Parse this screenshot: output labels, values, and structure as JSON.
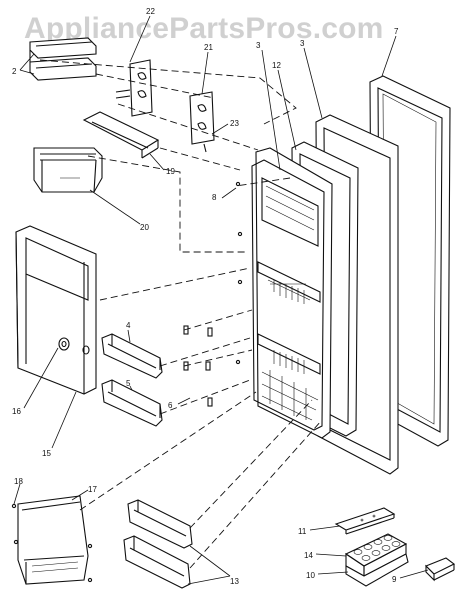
{
  "watermark": "AppliancePartsPros.com",
  "callouts": {
    "c2": "2",
    "c3": "3",
    "c4": "4",
    "c5": "5",
    "c6": "6",
    "c7": "7",
    "c8": "8",
    "c9": "9",
    "c10": "10",
    "c11": "11",
    "c12": "12",
    "c13": "13",
    "c14": "14",
    "c15": "15",
    "c16": "16",
    "c17": "17",
    "c18": "18",
    "c19": "19",
    "c20": "20",
    "c21": "21",
    "c22": "22",
    "c23": "23",
    "c3b": "3"
  }
}
